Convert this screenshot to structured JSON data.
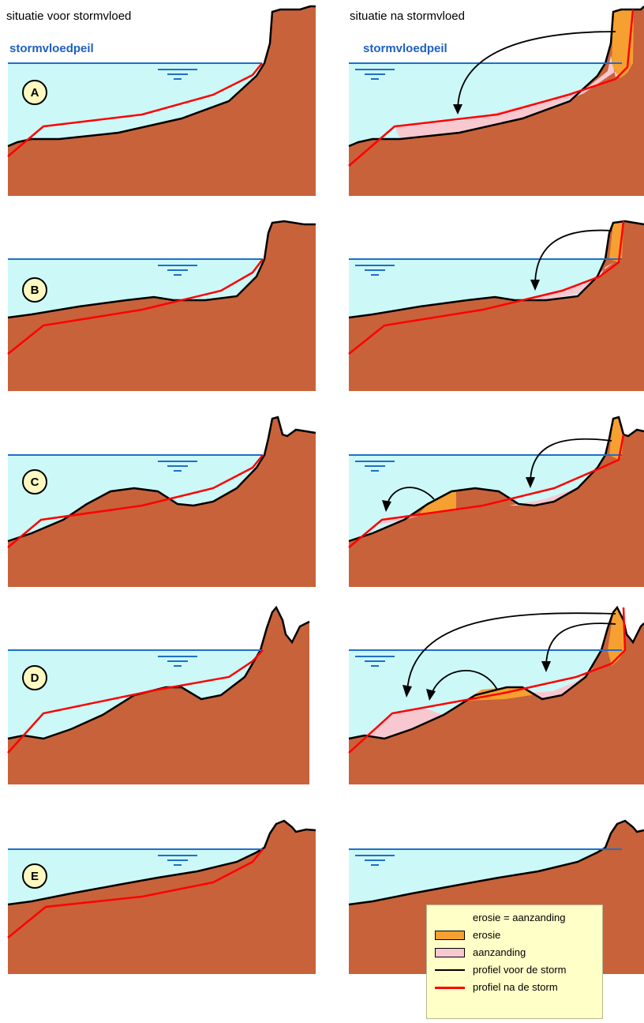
{
  "headers": {
    "before": "situatie voor stormvloed",
    "after": "situatie na stormvloed"
  },
  "stormvloedpeil": "stormvloedpeil",
  "rows": [
    {
      "letter": "A"
    },
    {
      "letter": "B"
    },
    {
      "letter": "C"
    },
    {
      "letter": "D"
    },
    {
      "letter": "E"
    }
  ],
  "legend": {
    "title": "erosie = aanzanding",
    "items": [
      {
        "label": "erosie",
        "kind": "fill",
        "color": "#f5a030"
      },
      {
        "label": "aanzanding",
        "kind": "fill",
        "color": "#f8c8d0"
      },
      {
        "label": "profiel voor de storm",
        "kind": "line",
        "color": "#000000"
      },
      {
        "label": "profiel na de storm",
        "kind": "line",
        "color": "#ff0000"
      }
    ]
  },
  "colors": {
    "water": "#ccf8f8",
    "ground": "#c8623a",
    "waterline": "#1f6fc8",
    "erosion": "#f5a030",
    "deposition": "#f8c8d0",
    "profile_before": "#000000",
    "profile_after": "#ff0000"
  }
}
